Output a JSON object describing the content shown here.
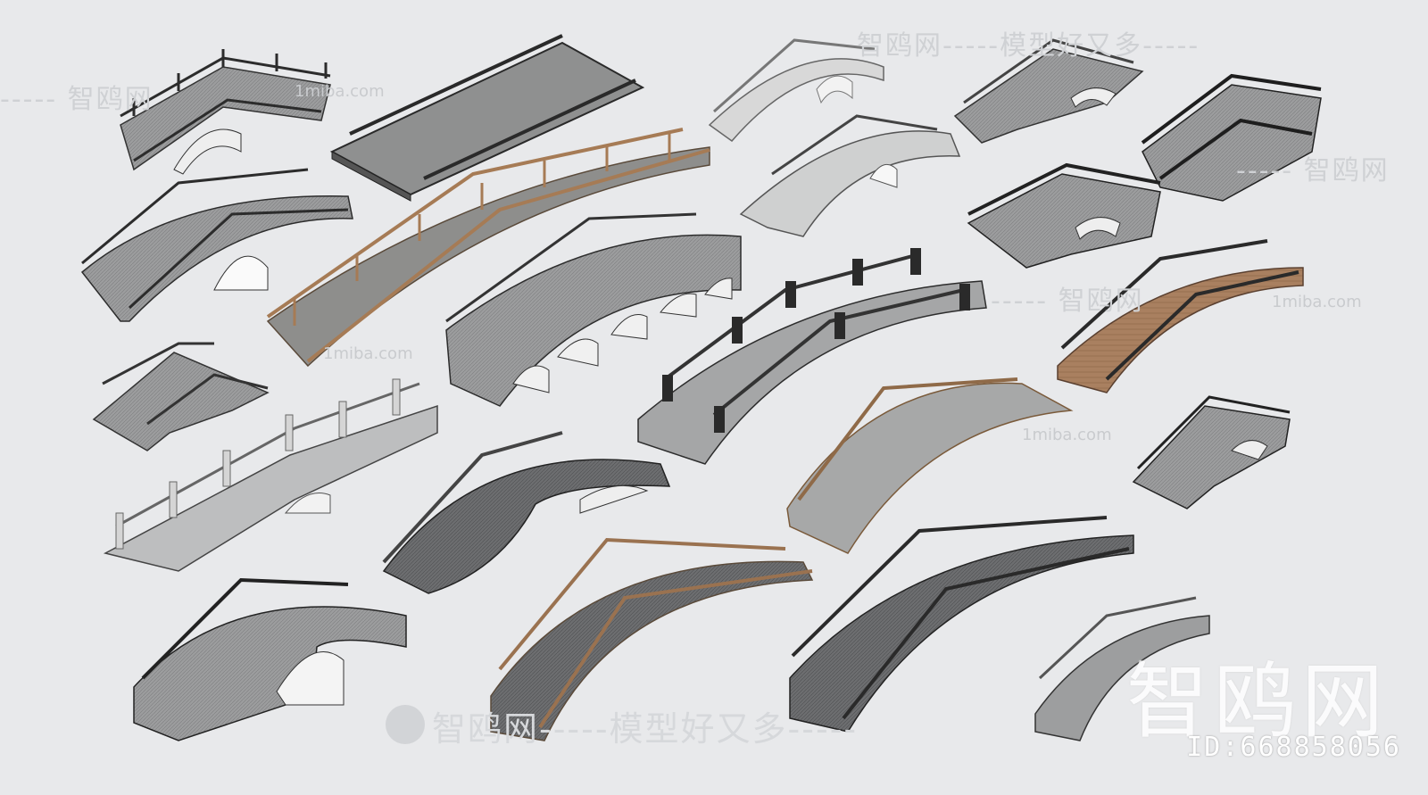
{
  "watermarks": {
    "top_tagline": "智鸥网-----模型好又多-----",
    "tag_left": "----- 智鸥网",
    "tag_right": "----- 智鸥网",
    "tag_mid": "----- 智鸥网",
    "url_1": "1miba.com",
    "url_2": "1miba.com",
    "url_3": "1miba.com",
    "url_4": "1miba.com",
    "bottom_tagline": "智鸥网-----模型好又多-----",
    "brand_big": "智鸥网",
    "model_id": "ID:668858056"
  },
  "colors": {
    "background": "#e8e9eb",
    "stone": "#8e8f90",
    "stone_dark": "#3a3a3a",
    "stone_light": "#b8b9ba",
    "wood": "#a07852",
    "wood_dark": "#6e4f33"
  },
  "icons": {
    "logo": "seagull-logo-icon"
  }
}
